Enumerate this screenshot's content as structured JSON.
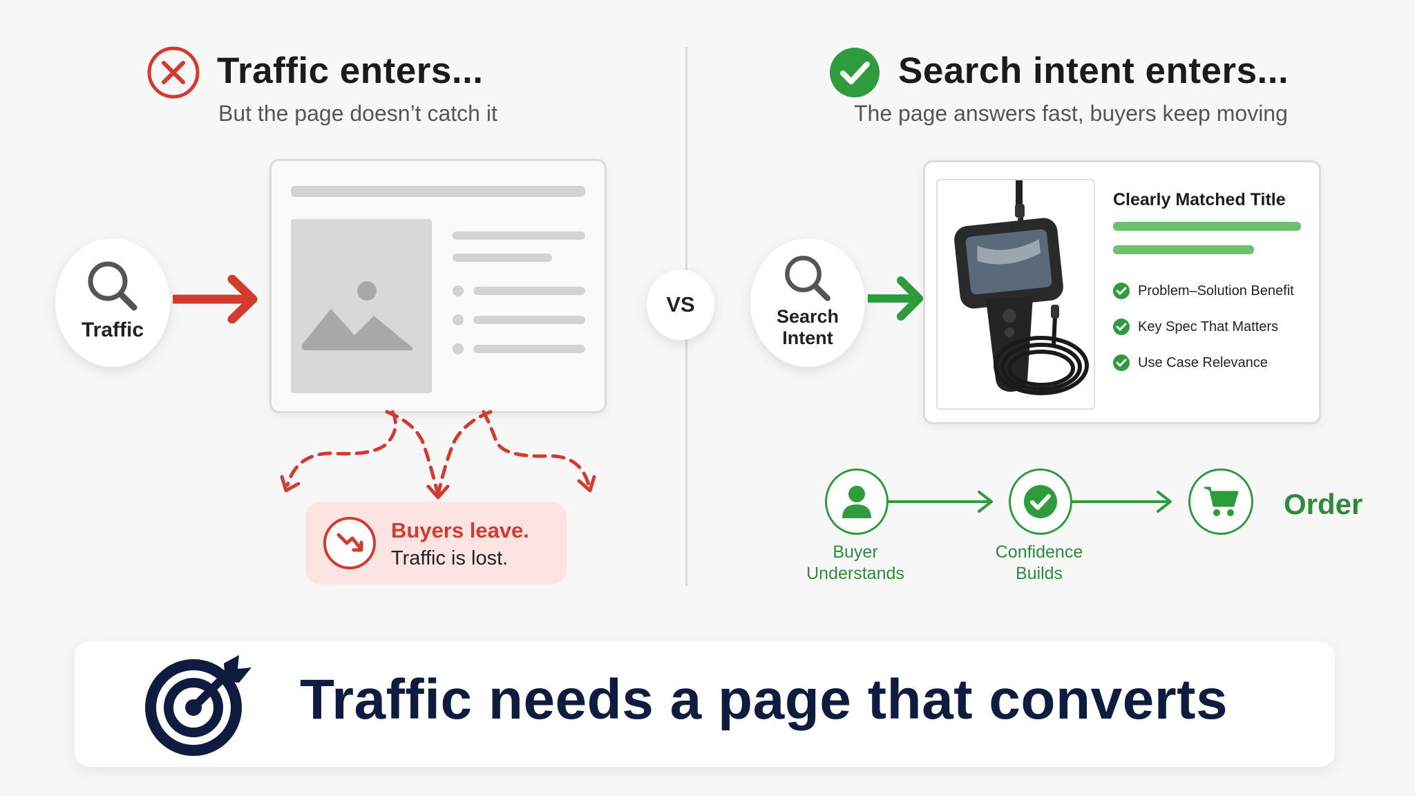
{
  "left": {
    "title": "Traffic enters...",
    "subtitle": "But the page doesn’t catch it",
    "node_label": "Traffic",
    "result_title": "Buyers leave.",
    "result_text": "Traffic is lost."
  },
  "vs_label": "VS",
  "right": {
    "title": "Search intent enters...",
    "subtitle": "The page answers fast, buyers keep moving",
    "node_label_line1": "Search",
    "node_label_line2": "Intent",
    "card_title": "Clearly Matched Title",
    "features": [
      "Problem–Solution Benefit",
      "Key Spec That Matters",
      "Use Case Relevance"
    ],
    "steps": [
      {
        "line1": "Buyer",
        "line2": "Understands",
        "icon": "person-icon"
      },
      {
        "line1": "Confidence",
        "line2": "Builds",
        "icon": "check-icon"
      }
    ],
    "order_label": "Order",
    "order_icon": "cart-icon"
  },
  "footer": {
    "text": "Traffic needs a page that converts",
    "icon": "target-arrow-icon"
  },
  "colors": {
    "red": "#d23b2e",
    "green": "#2e9b3c",
    "navy": "#0f1c3f"
  }
}
